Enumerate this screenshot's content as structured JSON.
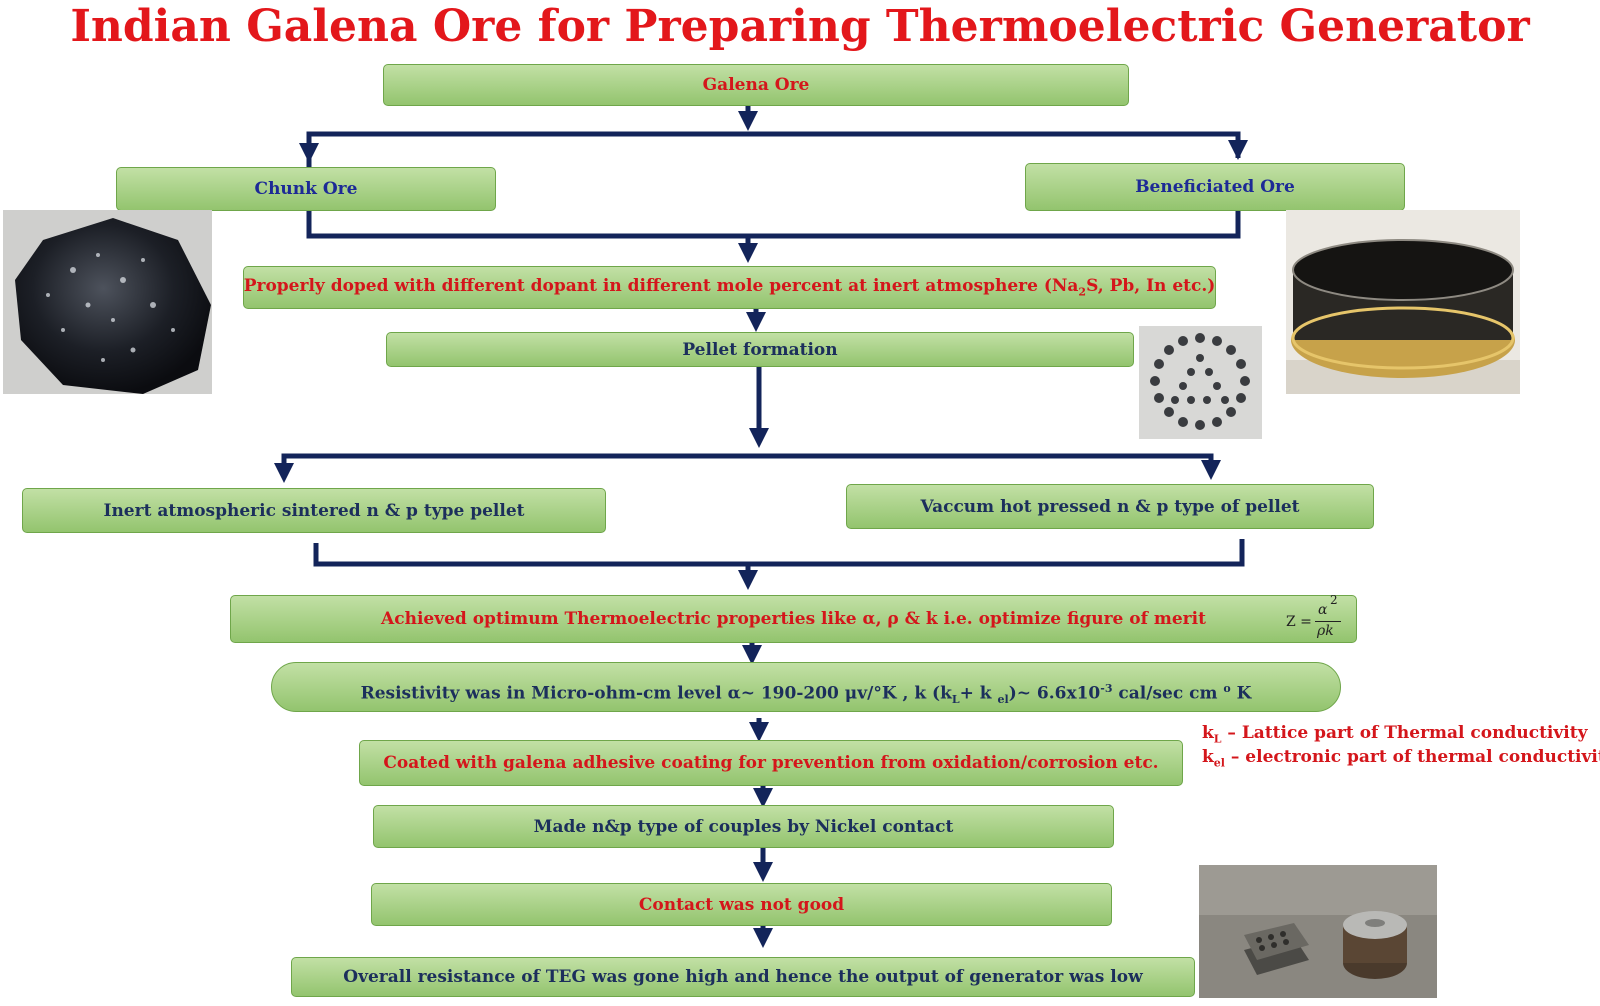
{
  "title": "Indian Galena Ore for Preparing Thermoelectric Generator",
  "boxes": {
    "galena_ore": "Galena Ore",
    "chunk_ore": "Chunk Ore",
    "beneficiated_ore": "Beneficiated Ore",
    "doped": {
      "before": "Properly doped with different dopant in different mole percent at inert atmosphere (Na",
      "sub": "2",
      "after": "S, Pb, In etc.)"
    },
    "pellet_formation": "Pellet formation",
    "inert_sintered": "Inert atmospheric sintered n & p type pellet",
    "vacuum_pressed": "Vaccum hot pressed n & p type of pellet",
    "achieved": "Achieved optimum Thermoelectric properties like α, ρ & k   i.e. optimize figure of merit",
    "resistivity": {
      "part1": "Resistivity was in Micro-ohm-cm level α~ 190-200 μv/°K  , k (k",
      "sub1": "L",
      "part2": "+ k ",
      "sub2": "el",
      "part3": ")~ 6.6x10",
      "sup": "-3",
      "part4": " cal/sec cm ",
      "sup2": "o",
      "part5": " K"
    },
    "coated": "Coated with galena adhesive coating for prevention from oxidation/corrosion etc.",
    "couples": "Made n&p type of couples by Nickel contact",
    "contact": "Contact was not good",
    "overall": "Overall resistance of TEG was gone high and hence the output of generator was low"
  },
  "notes": {
    "kl": {
      "sym": "k",
      "sub": "L",
      "text": " – Lattice part of Thermal conductivity"
    },
    "kel": {
      "sym": "k",
      "sub": "el",
      "text": " – electronic part of thermal conductivity"
    }
  },
  "formula": {
    "lhs": "Z =",
    "num": "α",
    "exp": "2",
    "den": "ρk"
  },
  "colors": {
    "title_red": "#e3171b",
    "text_red": "#d4161b",
    "text_navy": "#1c2f5c",
    "text_blue": "#1d2a96",
    "box_fill_top": "#c2e0a5",
    "box_fill_bottom": "#93c46e",
    "arrow": "#13245a"
  }
}
